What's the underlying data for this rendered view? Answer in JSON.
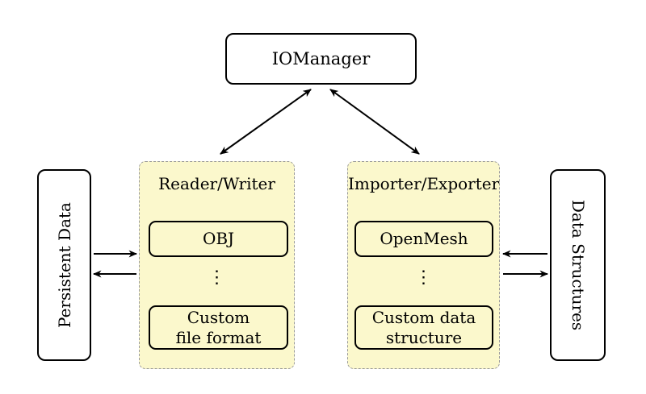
{
  "io_manager": {
    "label": "IOManager"
  },
  "reader_writer": {
    "title": "Reader/Writer",
    "item_top": "OBJ",
    "ellipsis": "⋮",
    "item_bottom": "Custom\nfile format"
  },
  "importer_exporter": {
    "title": "Importer/Exporter",
    "item_top": "OpenMesh",
    "ellipsis": "⋮",
    "item_bottom": "Custom data\nstructure"
  },
  "persistent_data": {
    "label": "Persistent Data"
  },
  "data_structures": {
    "label": "Data Structures"
  },
  "colors": {
    "background": "#FFFFFF",
    "group_fill": "#FBF8CC",
    "group_border": "#9A9A9A",
    "node_border": "#000000",
    "arrow": "#000000",
    "text": "#000000"
  }
}
